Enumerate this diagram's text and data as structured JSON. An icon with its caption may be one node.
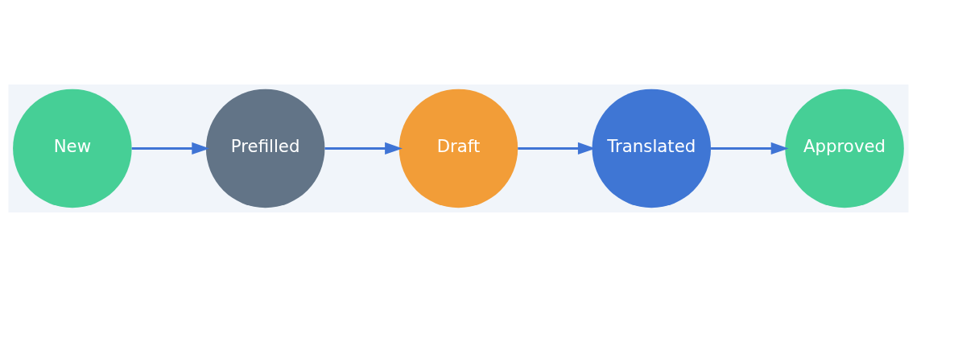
{
  "diagram": {
    "nodes": [
      {
        "text": [
          "New"
        ]
      },
      {
        "text": [
          "Prefilled"
        ]
      },
      {
        "text": [
          "Draft"
        ]
      },
      {
        "text": [
          "Translated"
        ]
      },
      {
        "text": [
          "Approved"
        ]
      }
    ],
    "edges": [
      {
        "from": 0,
        "to": 1,
        "arrow": "to"
      },
      {
        "from": 1,
        "to": 2,
        "arrow": "to"
      },
      {
        "from": 2,
        "to": 3,
        "arrow": "to"
      },
      {
        "from": 3,
        "to": 4,
        "arrow": "to"
      }
    ]
  }
}
